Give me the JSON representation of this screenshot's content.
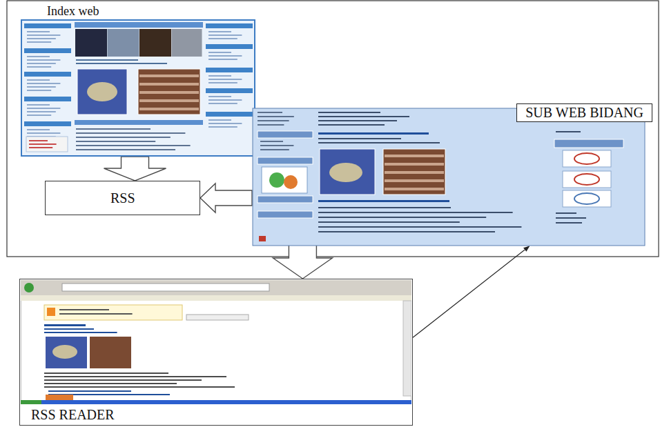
{
  "diagram": {
    "nodes": [
      {
        "text": [
          "Index web"
        ]
      },
      {
        "text": [
          "RSS"
        ]
      },
      {
        "text": [
          "SUB WEB BIDANG"
        ]
      },
      {
        "text": [
          "RSS READER"
        ]
      }
    ],
    "edges": [
      {
        "from": 0,
        "to": 1,
        "arrow": "to"
      },
      {
        "from": 2,
        "to": 1,
        "arrow": "to"
      },
      {
        "from": 1,
        "to": 3,
        "arrow": "to"
      },
      {
        "from": 3,
        "to": 2,
        "arrow": "to"
      }
    ]
  }
}
